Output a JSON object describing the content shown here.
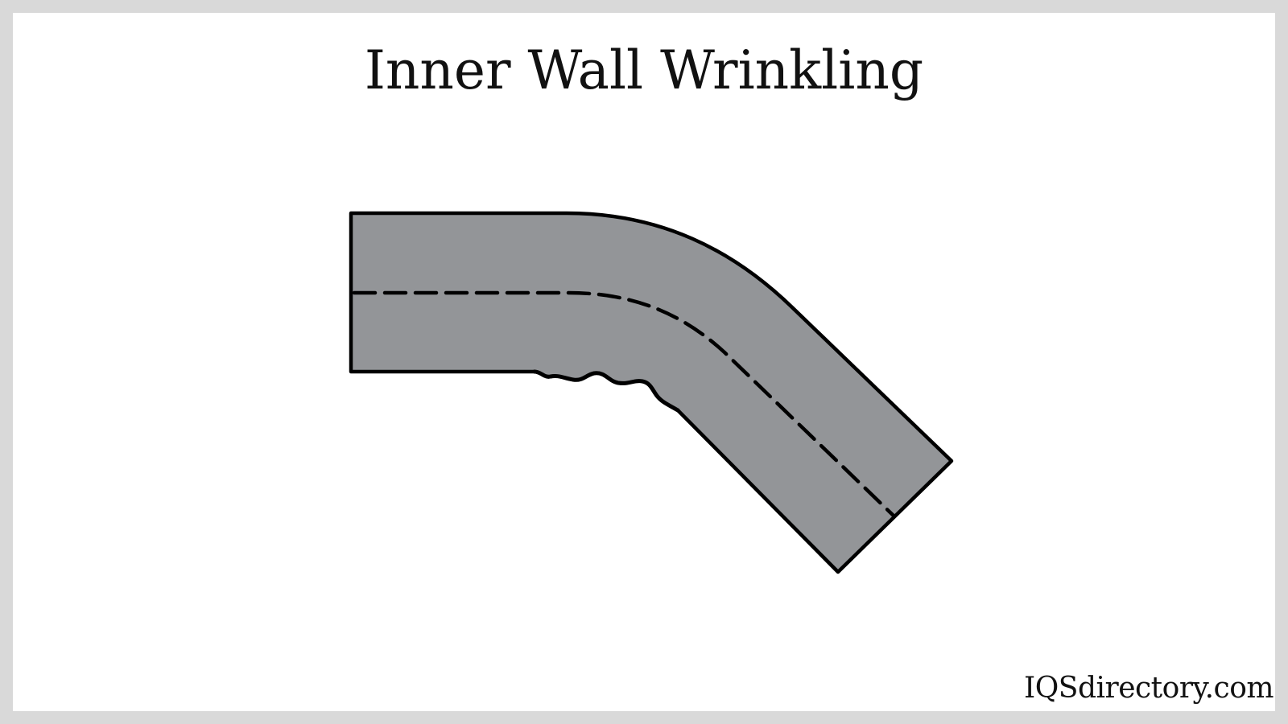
{
  "title": "Inner Wall Wrinkling",
  "watermark": "IQSdirectory.com",
  "diagram": {
    "subject": "bent-tube-with-inner-wall-wrinkling",
    "parts": [
      {
        "name": "tube-body",
        "description": "Bent tube cross-section, straight left leg bending ~45° downward to the right"
      },
      {
        "name": "centerline",
        "description": "Dashed neutral axis along the tube"
      },
      {
        "name": "outer-wall",
        "description": "Smooth outer bend radius"
      },
      {
        "name": "inner-wall-wrinkles",
        "description": "Wavy/wrinkled inner wall at the start of the bend"
      }
    ],
    "colors": {
      "tube_fill": "#939598",
      "outline": "#000000",
      "background": "#ffffff",
      "frame": "#d9d9d9"
    }
  }
}
